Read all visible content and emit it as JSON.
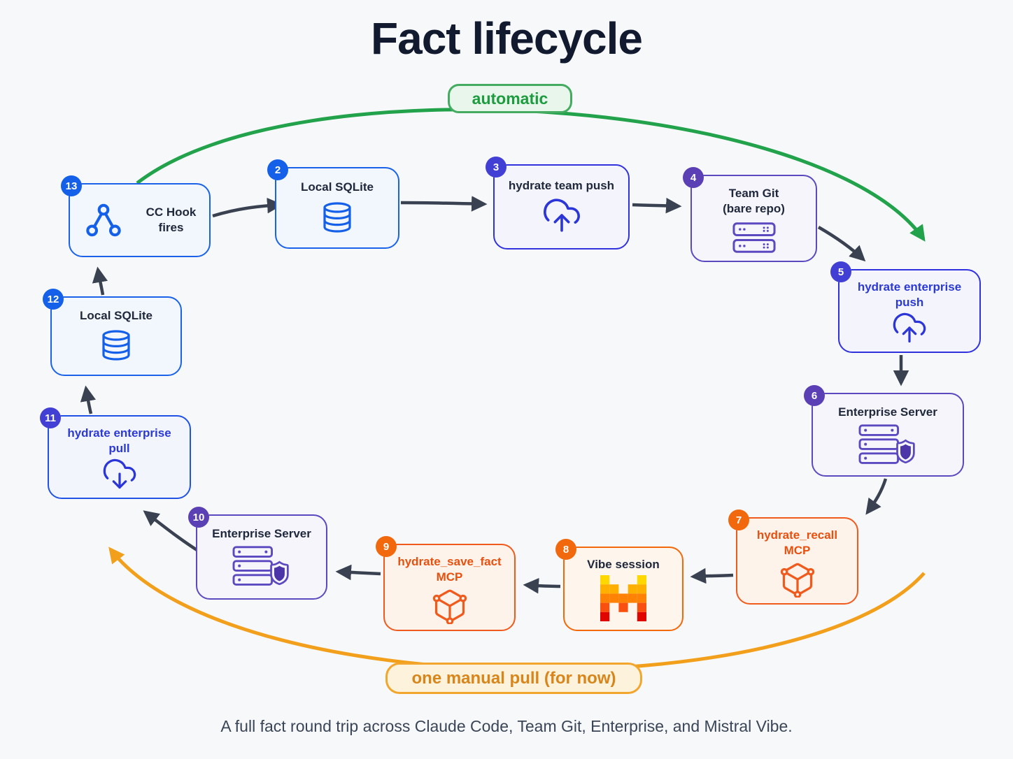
{
  "title": "Fact lifecycle",
  "caption": "A full fact round trip across Claude Code, Team Git, Enterprise, and Mistral Vibe.",
  "flow_labels": {
    "automatic": "automatic",
    "manual": "one manual pull (for now)"
  },
  "colors": {
    "background": "#f7f8fa",
    "arrow": "#3a4252",
    "automatic_green": "#21a24b",
    "manual_orange": "#f2a01c",
    "blue": "#1560e8",
    "indigo": "#3032df",
    "purple": "#5b49c0",
    "orange": "#f05a1c",
    "mistral_palette": [
      "#ffd800",
      "#ffaf00",
      "#ff8205",
      "#fa500f",
      "#e10500"
    ]
  },
  "nodes": [
    {
      "number": "13",
      "line1": "CC Hook fires",
      "line2": "",
      "icon": "git-fork-icon"
    },
    {
      "number": "2",
      "line1": "Local SQLite",
      "line2": "",
      "icon": "database-icon"
    },
    {
      "number": "3",
      "line1": "hydrate team push",
      "line2": "",
      "icon": "cloud-upload-icon"
    },
    {
      "number": "4",
      "line1": "Team Git",
      "line2": "(bare repo)",
      "icon": "server-icon"
    },
    {
      "number": "5",
      "line1": "hydrate enterprise",
      "line2": "push",
      "icon": "cloud-upload-icon"
    },
    {
      "number": "6",
      "line1": "Enterprise Server",
      "line2": "",
      "icon": "server-shield-icon"
    },
    {
      "number": "7",
      "line1": "hydrate_recall",
      "line2": "MCP",
      "icon": "mcp-cube-icon"
    },
    {
      "number": "8",
      "line1": "Vibe session",
      "line2": "",
      "icon": "mistral-logo"
    },
    {
      "number": "9",
      "line1": "hydrate_save_fact",
      "line2": "MCP",
      "icon": "mcp-cube-icon"
    },
    {
      "number": "10",
      "line1": "Enterprise Server",
      "line2": "",
      "icon": "server-shield-icon"
    },
    {
      "number": "11",
      "line1": "hydrate enterprise",
      "line2": "pull",
      "icon": "cloud-download-icon"
    },
    {
      "number": "12",
      "line1": "Local SQLite",
      "line2": "",
      "icon": "database-icon"
    }
  ],
  "edges": [
    {
      "from": "13",
      "to": "2"
    },
    {
      "from": "2",
      "to": "3"
    },
    {
      "from": "3",
      "to": "4"
    },
    {
      "from": "4",
      "to": "5"
    },
    {
      "from": "5",
      "to": "6"
    },
    {
      "from": "6",
      "to": "7"
    },
    {
      "from": "7",
      "to": "8"
    },
    {
      "from": "8",
      "to": "9"
    },
    {
      "from": "9",
      "to": "10"
    },
    {
      "from": "10",
      "to": "11"
    },
    {
      "from": "11",
      "to": "12"
    },
    {
      "from": "12",
      "to": "13"
    }
  ],
  "curved_links": [
    {
      "label": "automatic",
      "from": "13",
      "to": "5",
      "color": "green"
    },
    {
      "label": "one manual pull (for now)",
      "from": "7",
      "to": "11",
      "color": "orange"
    }
  ]
}
